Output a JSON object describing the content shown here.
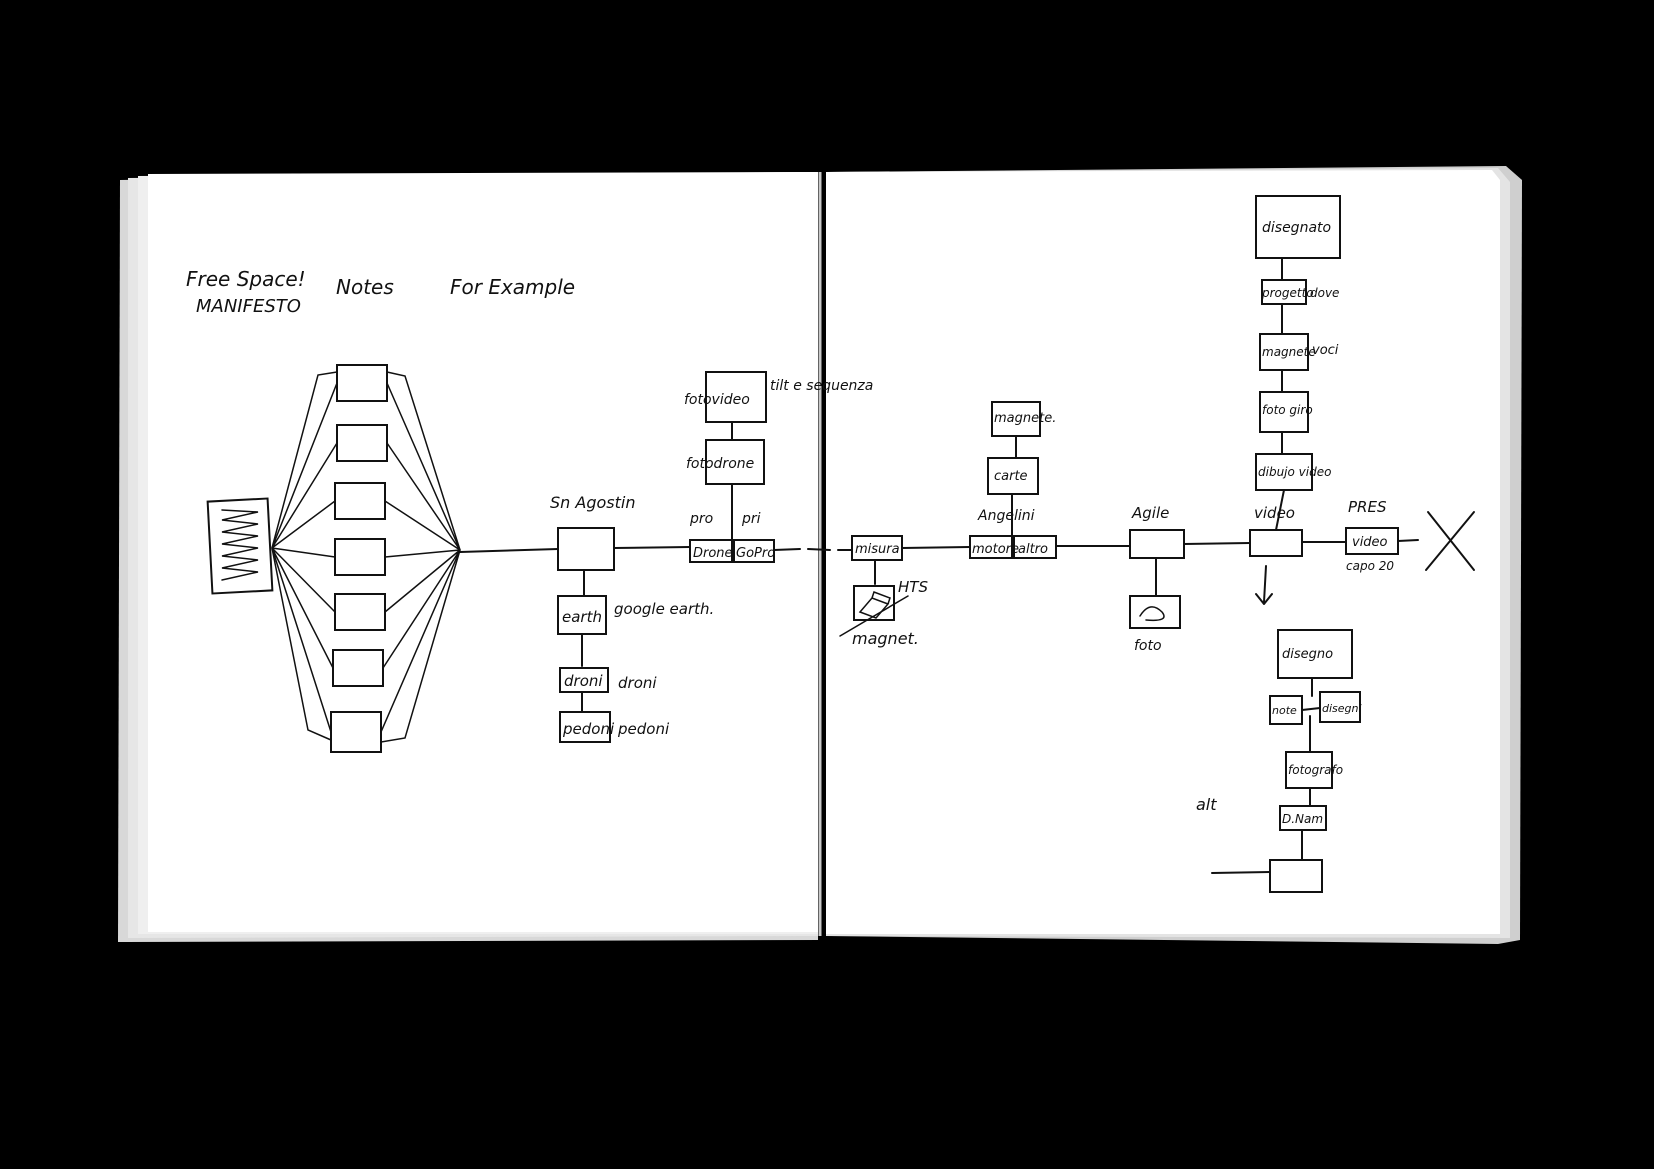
{
  "sketch": {
    "left_page": {
      "header": [
        "Free Space!",
        "MANIFESTO",
        "Notes",
        "For Example"
      ],
      "node_labels": {
        "sant_agostino": "Sn Agostin",
        "earth_box": "earth",
        "google_earth": "google earth.",
        "droni_box": "droni",
        "droni_label": "droni",
        "pedoni_box": "pedoni",
        "pedoni_label": "pedoni",
        "fotovideo_box": "fotovideo",
        "fotovideo_note": "tilt e sequenza",
        "fotodrone_box": "fotodrone",
        "pro": "pro",
        "pri": "pri",
        "drone": "Drone",
        "gopro": "GoPro"
      }
    },
    "right_page": {
      "node_labels": {
        "misura": "misura",
        "hts": "HTS",
        "magnet": "magnet.",
        "angelini": "Angelini",
        "magnete": "magnete.",
        "carte": "carte",
        "motore": "motore",
        "altro": "altro",
        "agile": "Agile",
        "foto_box": "foto",
        "foto": "foto",
        "video_top": "video",
        "pres": "PRES",
        "video_box": "video",
        "capo": "capo 20",
        "disegni_top": "disegnato",
        "progetto": "progetto",
        "dove": "dove",
        "magnete_box": "magnete",
        "voci": "voci",
        "fotogiro": "foto giro",
        "dibujo": "dibujo video",
        "disegno_low": "disegno",
        "note": "note",
        "disegnare": "disegni",
        "fotografo": "fotografo",
        "dinamo": "D.Nam",
        "alt": "alt"
      }
    }
  }
}
